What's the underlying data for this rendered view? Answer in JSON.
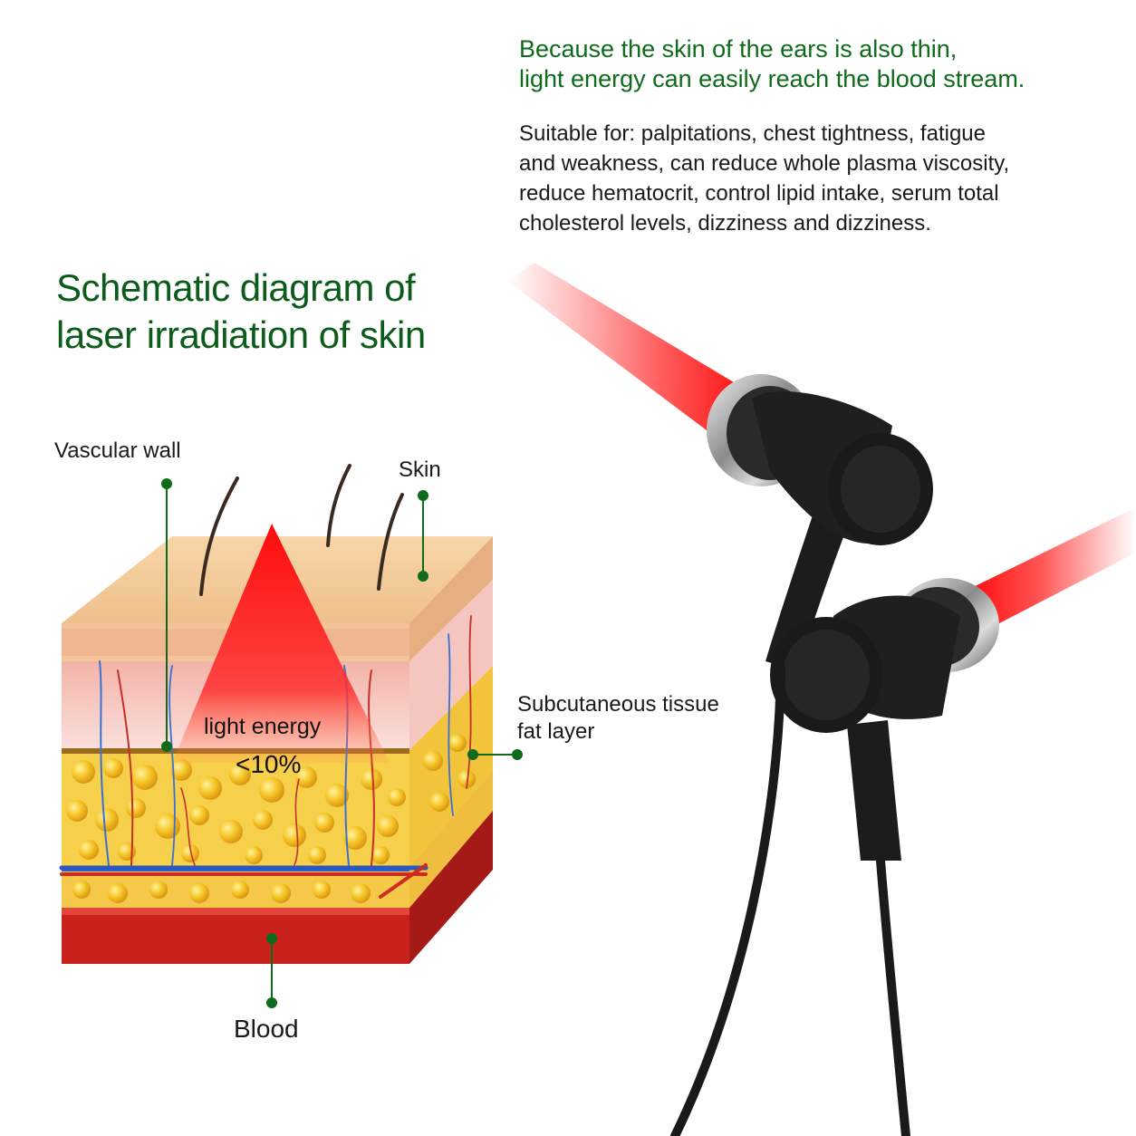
{
  "intro": {
    "line1": "Because the skin of the ears is also thin,",
    "line2": "light energy can easily reach the blood stream."
  },
  "description": {
    "line1": "Suitable for: palpitations, chest tightness, fatigue",
    "line2": "and weakness, can reduce whole plasma viscosity,",
    "line3": "reduce hematocrit, control lipid intake, serum total",
    "line4": "cholesterol levels, dizziness and dizziness."
  },
  "headline": {
    "line1": "Schematic diagram of",
    "line2": "laser irradiation of skin"
  },
  "labels": {
    "vascular_wall": "Vascular wall",
    "skin": "Skin",
    "subcutaneous_line1": "Subcutaneous tissue",
    "subcutaneous_line2": "fat layer",
    "blood": "Blood",
    "light_energy": "light energy",
    "percent": "<10%"
  },
  "colors": {
    "headline_green": "#0b5c1a",
    "pointer_green": "#0e6b1c",
    "laser_red": "#ff1a1a",
    "fat_yellow": "#f5c323",
    "blood_red": "#c81e1e"
  }
}
